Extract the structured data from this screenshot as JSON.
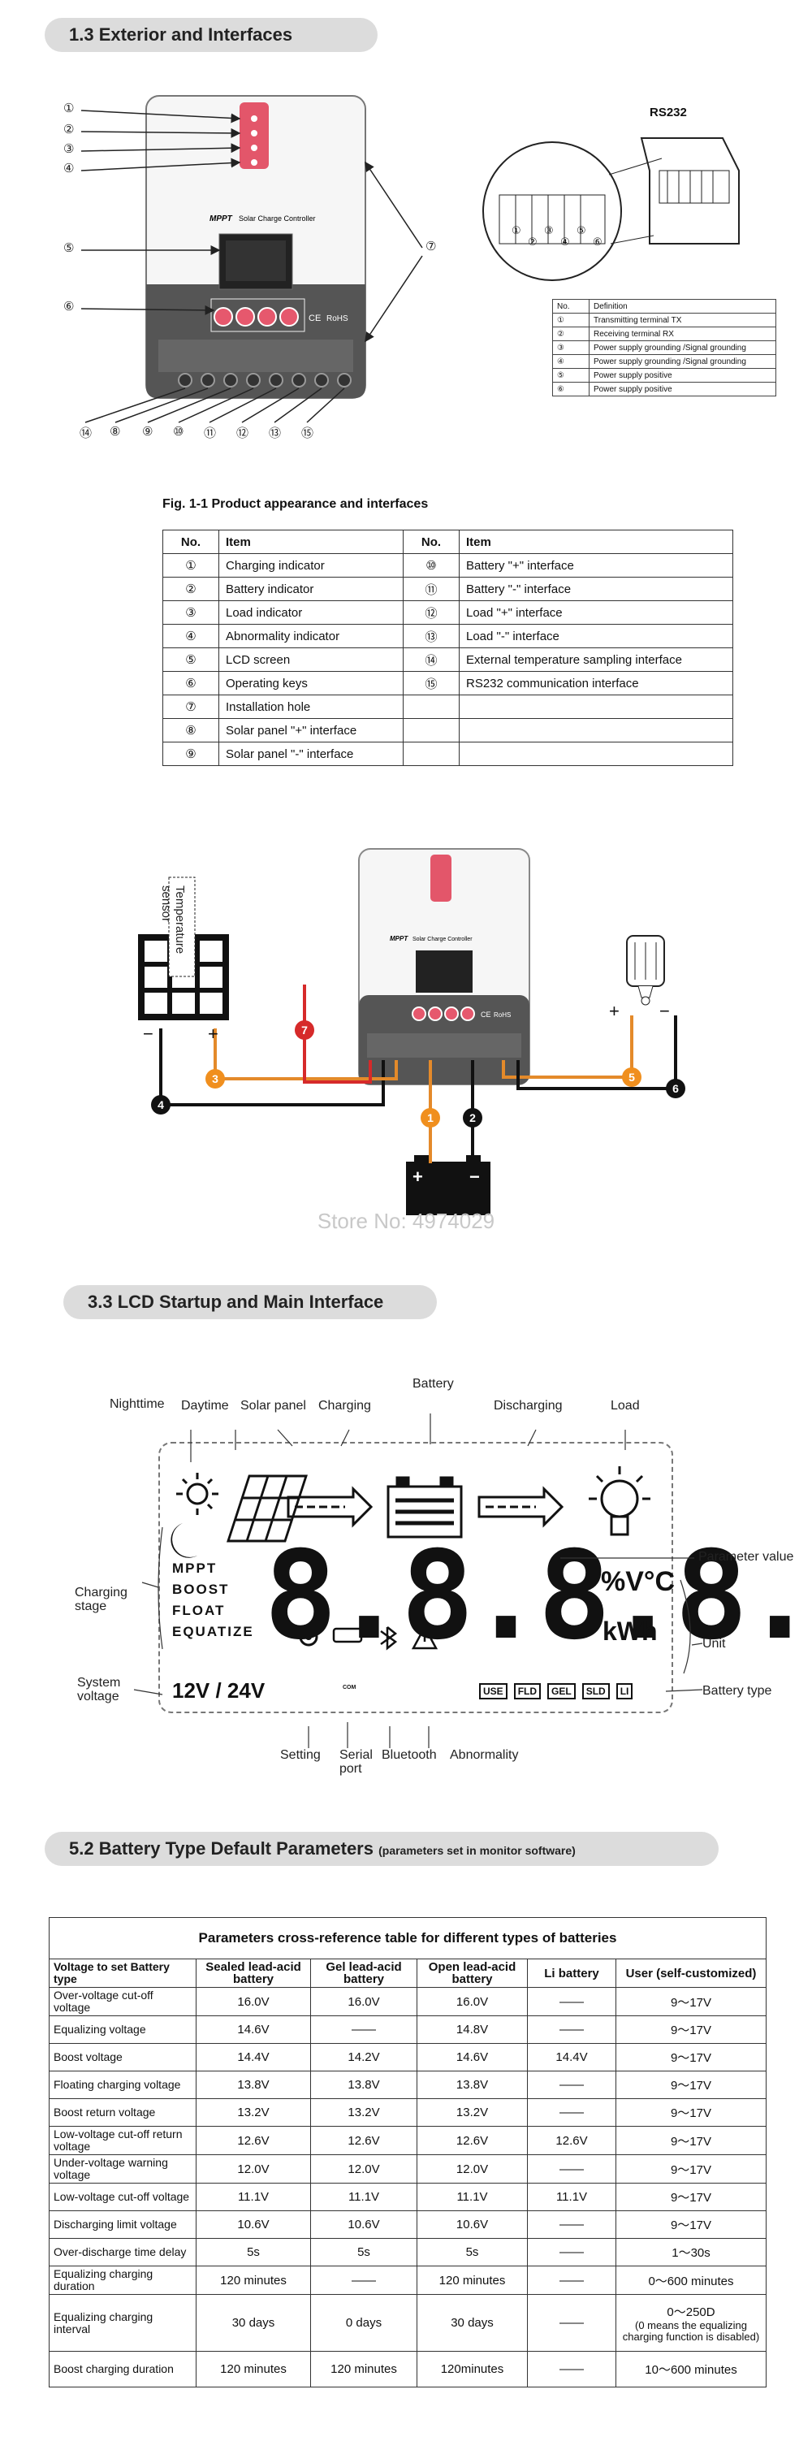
{
  "section1": {
    "title": "1.3 Exterior and Interfaces",
    "fig_caption": "Fig. 1-1  Product appearance and interfaces"
  },
  "device": {
    "brand": "MPPT",
    "subtitle": "Solar Charge Controller",
    "ce": "CE",
    "rohs": "RoHS"
  },
  "markers": {
    "left": [
      "①",
      "②",
      "③",
      "④",
      "⑤",
      "⑥"
    ],
    "right": "⑦",
    "bottom": [
      "⑭",
      "⑧",
      "⑨",
      "⑩",
      "⑪",
      "⑫",
      "⑬",
      "⑮"
    ]
  },
  "rs232": {
    "title": "RS232",
    "pins": [
      "①",
      "②",
      "③",
      "④",
      "⑤",
      "⑥"
    ],
    "headers": [
      "No.",
      "Definition"
    ],
    "rows": [
      [
        "①",
        "Transmitting terminal TX"
      ],
      [
        "②",
        "Receiving terminal RX"
      ],
      [
        "③",
        "Power supply grounding /Signal grounding"
      ],
      [
        "④",
        "Power supply grounding /Signal grounding"
      ],
      [
        "⑤",
        "Power supply positive"
      ],
      [
        "⑥",
        "Power supply positive"
      ]
    ]
  },
  "interfaces": {
    "headers": [
      "No.",
      "Item",
      "No.",
      "Item"
    ],
    "rows": [
      [
        "①",
        "Charging indicator",
        "⑩",
        "Battery \"+\" interface"
      ],
      [
        "②",
        "Battery indicator",
        "⑪",
        "Battery \"-\" interface"
      ],
      [
        "③",
        "Load indicator",
        "⑫",
        "Load \"+\" interface"
      ],
      [
        "④",
        "Abnormality indicator",
        "⑬",
        "Load \"-\" interface"
      ],
      [
        "⑤",
        "LCD screen",
        "⑭",
        "External temperature sampling interface"
      ],
      [
        "⑥",
        "Operating keys",
        "⑮",
        "RS232 communication interface"
      ],
      [
        "⑦",
        "Installation hole",
        "",
        ""
      ],
      [
        "⑧",
        "Solar panel \"+\" interface",
        "",
        ""
      ],
      [
        "⑨",
        "Solar panel \"-\" interface",
        "",
        ""
      ]
    ]
  },
  "wiring": {
    "sensor": "Temperature sensor",
    "store": "Store No: 4974029",
    "nums": [
      "1",
      "2",
      "3",
      "4",
      "5",
      "6",
      "7"
    ],
    "signs": {
      "minus": "−",
      "plus": "+"
    }
  },
  "section2": {
    "title": "3.3 LCD Startup and Main Interface"
  },
  "lcd": {
    "top_labels": [
      "Nighttime",
      "Daytime",
      "Solar panel",
      "Charging",
      "Battery",
      "Discharging",
      "Load"
    ],
    "param_value": "Parameter value",
    "charging_stage": "Charging stage",
    "system_voltage": "System voltage",
    "unit": "Unit",
    "battery_type": "Battery type",
    "stages": [
      "MPPT",
      "BOOST",
      "FLOAT",
      "EQUATIZE"
    ],
    "digits": "8.8.8.8.",
    "units_top": "%V°C",
    "units_bottom": "kWh",
    "voltage": "12V / 24V",
    "batt_types": [
      "USE",
      "FLD",
      "GEL",
      "SLD",
      "LI"
    ],
    "com": "COM",
    "bottom_labels": [
      "Setting",
      "Serial port",
      "Bluetooth",
      "Abnormality"
    ]
  },
  "section3": {
    "title": "5.2 Battery Type Default Parameters",
    "note": "(parameters set in monitor software)"
  },
  "params": {
    "caption": "Parameters cross-reference table for different types of batteries",
    "headers": [
      "Voltage to set Battery type",
      "Sealed lead-acid battery",
      "Gel lead-acid battery",
      "Open lead-acid battery",
      "Li battery",
      "User (self-customized)"
    ],
    "rows": [
      [
        "Over-voltage cut-off voltage",
        "16.0V",
        "16.0V",
        "16.0V",
        "——",
        "9～17V"
      ],
      [
        "Equalizing voltage",
        "14.6V",
        "——",
        "14.8V",
        "——",
        "9～17V"
      ],
      [
        "Boost voltage",
        "14.4V",
        "14.2V",
        "14.6V",
        "14.4V",
        "9～17V"
      ],
      [
        "Floating charging voltage",
        "13.8V",
        "13.8V",
        "13.8V",
        "——",
        "9～17V"
      ],
      [
        "Boost return voltage",
        "13.2V",
        "13.2V",
        "13.2V",
        "——",
        "9～17V"
      ],
      [
        "Low-voltage cut-off return voltage",
        "12.6V",
        "12.6V",
        "12.6V",
        "12.6V",
        "9～17V"
      ],
      [
        "Under-voltage warning voltage",
        "12.0V",
        "12.0V",
        "12.0V",
        "——",
        "9～17V"
      ],
      [
        "Low-voltage cut-off voltage",
        "11.1V",
        "11.1V",
        "11.1V",
        "11.1V",
        "9～17V"
      ],
      [
        "Discharging limit voltage",
        "10.6V",
        "10.6V",
        "10.6V",
        "——",
        "9～17V"
      ],
      [
        "Over-discharge time delay",
        "5s",
        "5s",
        "5s",
        "——",
        "1～30s"
      ],
      [
        "Equalizing charging duration",
        "120 minutes",
        "——",
        "120 minutes",
        "——",
        "0～600 minutes"
      ],
      [
        "Equalizing charging interval",
        "30 days",
        "0 days",
        "30 days",
        "——",
        "0～250D"
      ],
      [
        "Boost charging duration",
        "120 minutes",
        "120 minutes",
        "120minutes",
        "——",
        "10～600 minutes"
      ]
    ],
    "interval_note": "(0 means the equalizing charging function is disabled)"
  }
}
